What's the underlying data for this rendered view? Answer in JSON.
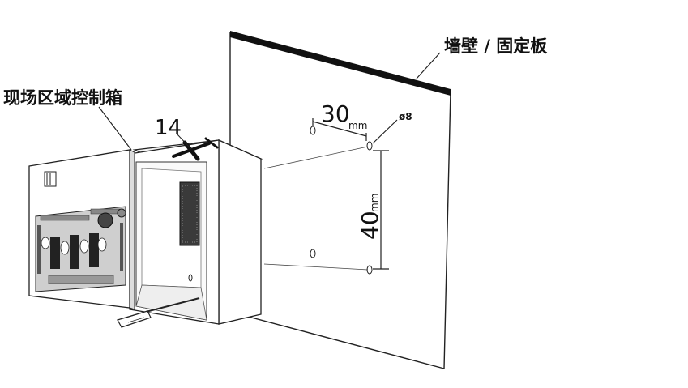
{
  "labels": {
    "wall": "墙壁 / 固定板",
    "box": "现场区域控制箱"
  },
  "dimensions": {
    "screw_size": "14",
    "horizontal_spacing_value": "30",
    "horizontal_spacing_unit": "mm",
    "vertical_spacing_value": "40",
    "vertical_spacing_unit": "mm",
    "hole_diameter": "ø8"
  },
  "colors": {
    "line": "#222222",
    "background": "#ffffff",
    "board": "#cfcfcf"
  }
}
